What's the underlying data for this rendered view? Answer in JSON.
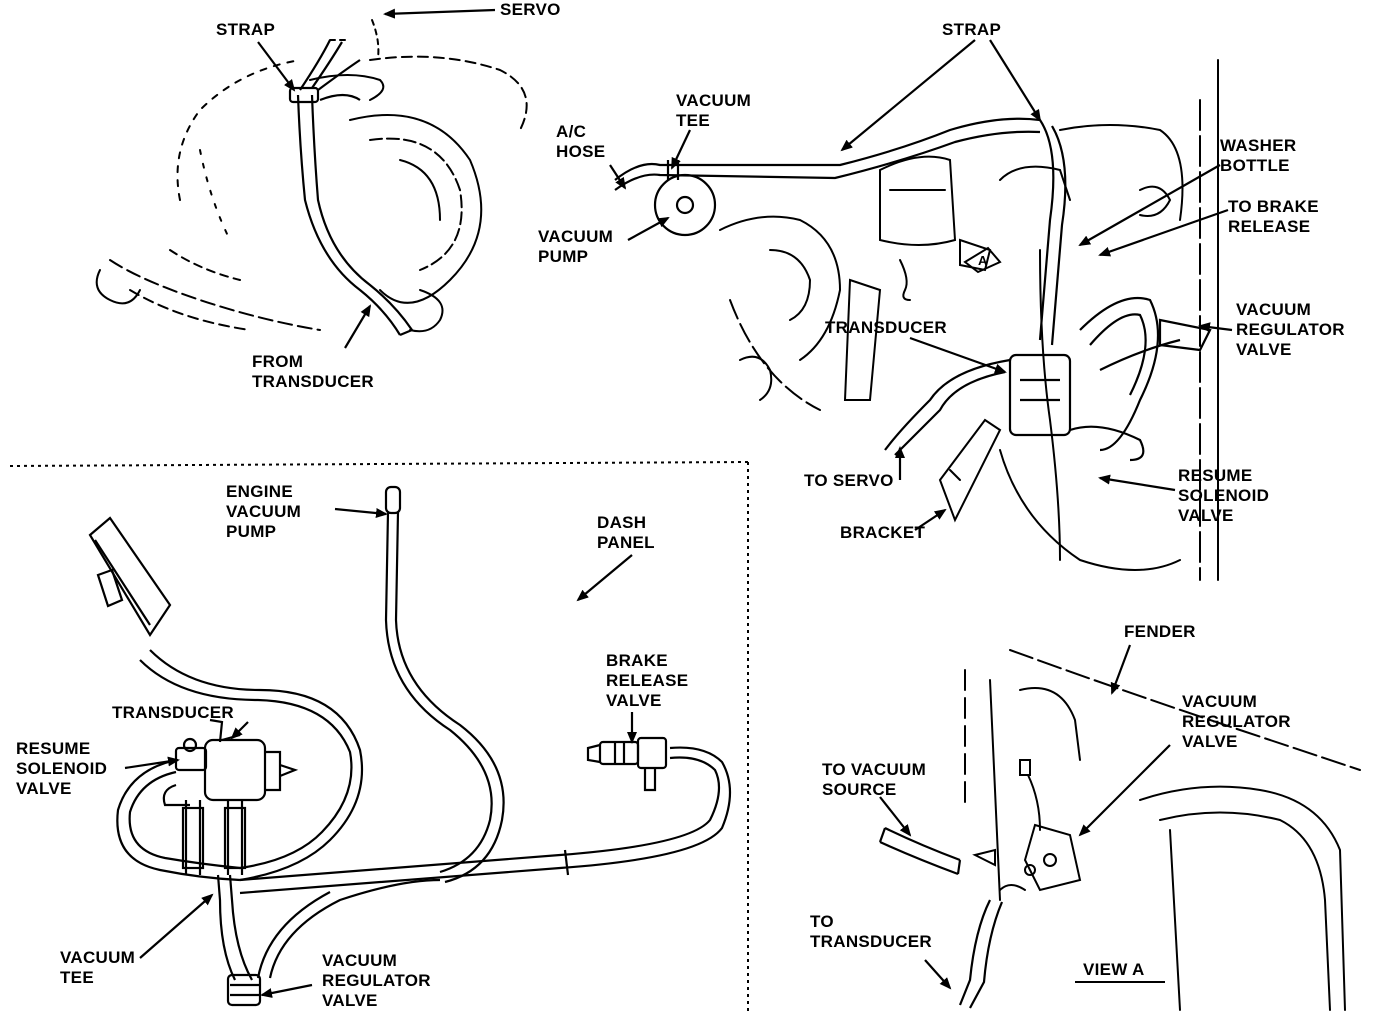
{
  "labels": {
    "servo": "SERVO",
    "strap_left": "STRAP",
    "from_transducer": "FROM\nTRANSDUCER",
    "strap_top": "STRAP",
    "vacuum_tee_top": "VACUUM\nTEE",
    "ac_hose": "A/C\nHOSE",
    "washer_bottle": "WASHER\nBOTTLE",
    "vacuum_pump": "VACUUM\nPUMP",
    "to_brake_release": "TO BRAKE\nRELEASE",
    "transducer_top": "TRANSDUCER",
    "vacuum_regulator_valve_top": "VACUUM\nREGULATOR\nVALVE",
    "to_servo": "TO SERVO",
    "resume_solenoid_valve_top": "RESUME\nSOLENOID\nVALVE",
    "bracket": "BRACKET",
    "engine_vacuum_pump": "ENGINE\nVACUUM\nPUMP",
    "dash_panel": "DASH\nPANEL",
    "brake_release_valve": "BRAKE\nRELEASE\nVALVE",
    "transducer_bottom": "TRANSDUCER",
    "resume_solenoid_valve_bottom": "RESUME\nSOLENOID\nVALVE",
    "vacuum_tee_bottom": "VACUUM\nTEE",
    "vacuum_regulator_valve_bottom": "VACUUM\nREGULATOR\nVALVE",
    "fender": "FENDER",
    "vacuum_regulator_valve_view": "VACUUM\nREGULATOR\nVALVE",
    "to_vacuum_source": "TO VACUUM\nSOURCE",
    "to_transducer": "TO\nTRANSDUCER",
    "view_a": "VIEW A",
    "view_marker": "A"
  }
}
